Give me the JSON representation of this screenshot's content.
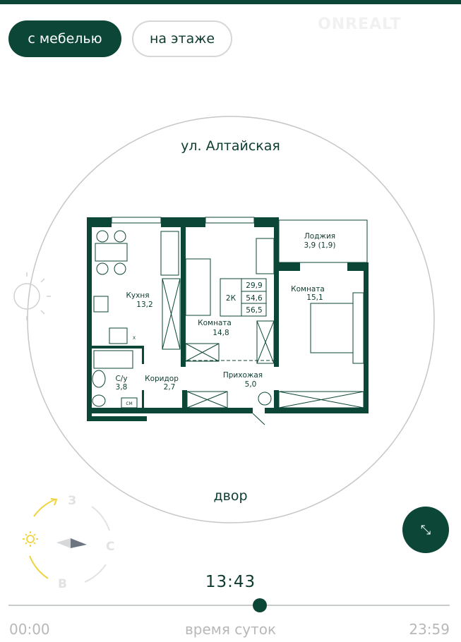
{
  "filters": {
    "furniture": "с мебелью",
    "floor": "на этаже"
  },
  "logo": "ONREALT",
  "street_top": "ул. Алтайская",
  "street_bottom": "двор",
  "rooms": {
    "kitchen": {
      "name": "Кухня",
      "area": "13,2"
    },
    "room1": {
      "name": "Комната",
      "area": "14,8"
    },
    "room2": {
      "name": "Комната",
      "area": "15,1"
    },
    "loggia": {
      "name": "Лоджия",
      "area": "3,9 (1,9)"
    },
    "bath": {
      "name": "С/у",
      "area": "3,8"
    },
    "corridor": {
      "name": "Коридор",
      "area": "2,7"
    },
    "hall": {
      "name": "Прихожая",
      "area": "5,0"
    },
    "sm": "СМ",
    "x": "Х"
  },
  "summary": {
    "type": "2К",
    "living": "29,9",
    "total": "54,6",
    "total_loggia": "56,5"
  },
  "compass": {
    "west": "З",
    "north": "С",
    "east": "В"
  },
  "time": {
    "current": "13:43",
    "start": "00:00",
    "end": "23:59",
    "label": "время суток",
    "progress": 0.57
  },
  "colors": {
    "brand": "#0b4636",
    "sun": "#f0d23c"
  }
}
